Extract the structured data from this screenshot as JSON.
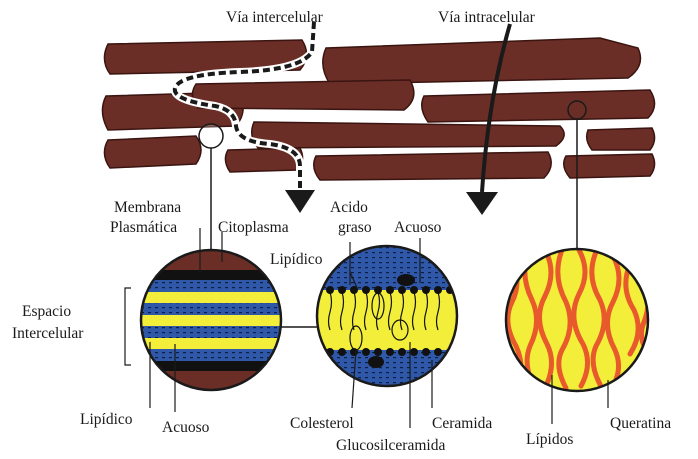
{
  "labels": {
    "via_intercelular": "Vía intercelular",
    "via_intracelular": "Vía intracelular",
    "membrana": "Membrana",
    "plasmatica": "Plasmática",
    "citoplasma": "Citoplasma",
    "acido": "Acido",
    "graso": "graso",
    "acuoso_top": "Acuoso",
    "lipidico_top": "Lipídico",
    "espacio": "Espacio",
    "intercelular": "Intercelular",
    "lipidico_bottom": "Lipídico",
    "acuoso_bottom": "Acuoso",
    "colesterol": "Colesterol",
    "glucosilceramida": "Glucosilceramida",
    "ceramida": "Ceramida",
    "lipidos": "Lípidos",
    "queratina": "Queratina"
  },
  "colors": {
    "cell": "#6b2e26",
    "cell_edge": "#3a1410",
    "lipid": "#f2ee3a",
    "aqueous": "#2f58a8",
    "keratin": "#e85a2c",
    "ink": "#1a1a1a"
  }
}
